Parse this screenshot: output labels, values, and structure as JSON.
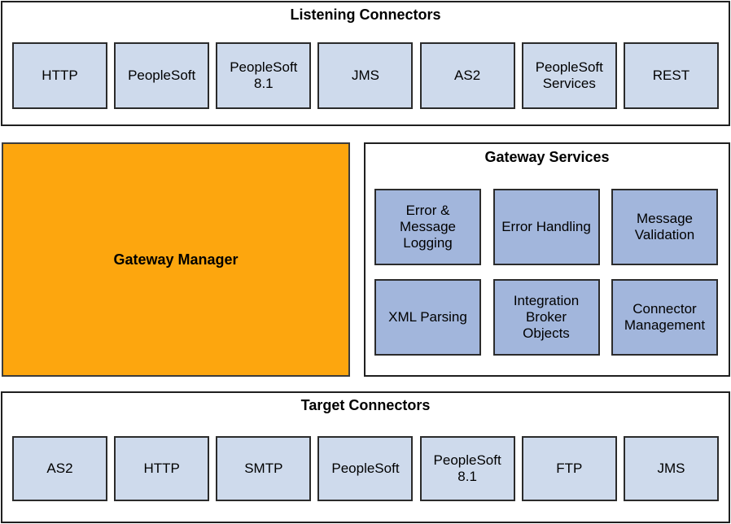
{
  "diagram": {
    "listening": {
      "title": "Listening Connectors",
      "boxes": [
        "HTTP",
        "PeopleSoft",
        "PeopleSoft 8.1",
        "JMS",
        "AS2",
        "PeopleSoft Services",
        "REST"
      ]
    },
    "gateway_manager": {
      "label": "Gateway Manager"
    },
    "gateway_services": {
      "title": "Gateway Services",
      "boxes": [
        "Error & Message Logging",
        "Error Handling",
        "Message Validation",
        "XML Parsing",
        "Integration Broker Objects",
        "Connector Management"
      ]
    },
    "target": {
      "title": "Target Connectors",
      "boxes": [
        "AS2",
        "HTTP",
        "SMTP",
        "PeopleSoft",
        "PeopleSoft 8.1",
        "FTP",
        "JMS"
      ]
    },
    "colors": {
      "connector_box_fill": "#CEDAEC",
      "service_box_fill": "#A2B6DC",
      "gateway_manager_fill": "#FDA60E",
      "box_border": "#2b2b2b",
      "section_border": "#1f1f1f",
      "text": "#000000",
      "background": "#ffffff"
    }
  }
}
